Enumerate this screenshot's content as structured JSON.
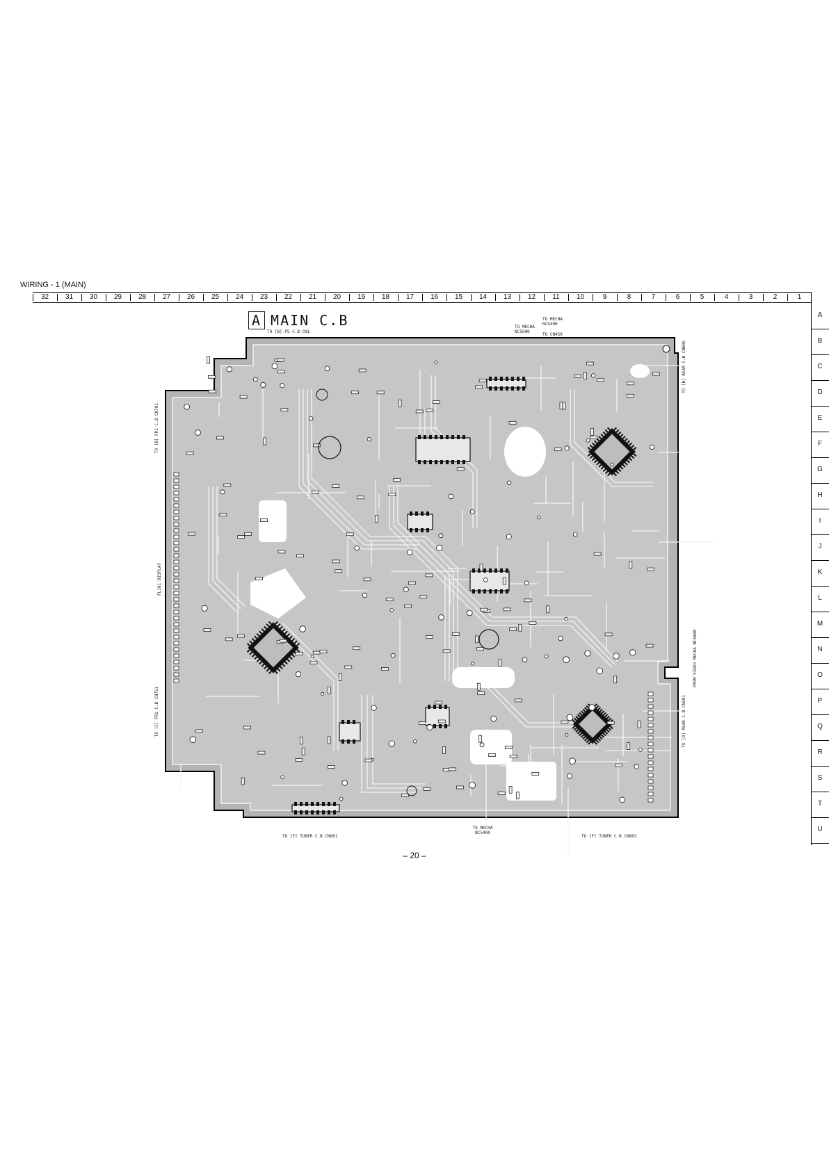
{
  "page": {
    "title": "WIRING - 1 (MAIN)",
    "page_number": "– 20 –"
  },
  "grid": {
    "columns": [
      "32",
      "31",
      "30",
      "29",
      "28",
      "27",
      "26",
      "25",
      "24",
      "23",
      "22",
      "21",
      "20",
      "19",
      "18",
      "17",
      "16",
      "15",
      "14",
      "13",
      "12",
      "11",
      "10",
      "9",
      "8",
      "7",
      "6",
      "5",
      "4",
      "3",
      "2",
      "1"
    ],
    "rows": [
      "A",
      "B",
      "C",
      "D",
      "E",
      "F",
      "G",
      "H",
      "I",
      "J",
      "K",
      "L",
      "M",
      "N",
      "O",
      "P",
      "Q",
      "R",
      "S",
      "T",
      "U"
    ]
  },
  "board": {
    "letter": "A",
    "name": "MAIN C.B"
  },
  "connectors": {
    "top_ps": "TO [B] PS C.B CN1",
    "top_mecha_1": "TO MECHA NC5600",
    "top_mecha_2": "TO MECHA NC5400",
    "top_cn450": "TO CN450",
    "right_rear_top": "TO [B] REAR C.B CN605",
    "right_mecha": "FROM VIDEO MECHA NC5600",
    "right_rear_bottom": "TO [D] REAR C.B CN501",
    "left_fr1": "TO [B] FR1 C.B CN701",
    "left_display": "FL101 DISPLAY",
    "left_fr2": "TO [C] FR2 C.B CN751",
    "bottom_tuner_1": "TO [F] TUNER C.B CN801",
    "bottom_mecha": "TO MECHA NC5400",
    "bottom_tuner_2": "TO [F] TUNER C.B CN802"
  }
}
